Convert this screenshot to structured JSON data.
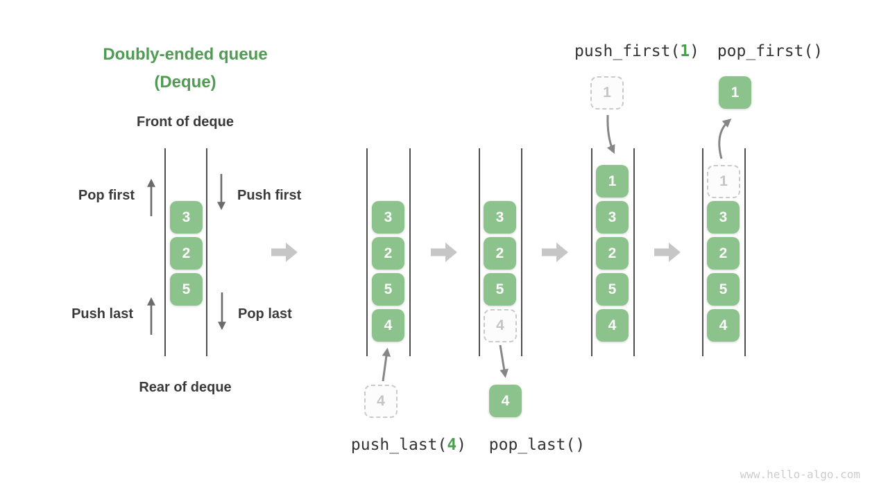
{
  "title": {
    "line1": "Doubly-ended queue",
    "line2": "(Deque)"
  },
  "labels": {
    "front": "Front of deque",
    "rear": "Rear of deque",
    "pop_first": "Pop first",
    "push_first": "Push first",
    "push_last": "Push last",
    "pop_last": "Pop last"
  },
  "operations": {
    "push_first": {
      "pre": "push_first(",
      "arg": "1",
      "post": ")"
    },
    "pop_first": {
      "pre": "pop_first()",
      "arg": "",
      "post": ""
    },
    "push_last": {
      "pre": "push_last(",
      "arg": "4",
      "post": ")"
    },
    "pop_last": {
      "pre": "pop_last()",
      "arg": "",
      "post": ""
    }
  },
  "queues": {
    "q1": {
      "cells": [
        "3",
        "2",
        "5"
      ]
    },
    "q2": {
      "cells": [
        "3",
        "2",
        "5",
        "4"
      ]
    },
    "q3": {
      "cells": [
        "3",
        "2",
        "5"
      ],
      "ghost": "4"
    },
    "q4": {
      "cells": [
        "1",
        "3",
        "2",
        "5",
        "4"
      ]
    },
    "q5": {
      "ghost": "1",
      "cells": [
        "3",
        "2",
        "5",
        "4"
      ]
    }
  },
  "floats": {
    "push_last_value": "4",
    "pop_last_value": "4",
    "push_first_value": "1",
    "pop_first_value": "1"
  },
  "icons": {
    "flow_arrow": "right-block-arrow",
    "pop_first_arrow": "up-arrow",
    "push_first_arrow": "down-arrow",
    "push_last_arrow": "up-arrow",
    "pop_last_arrow": "down-arrow"
  },
  "colors": {
    "accent_green": "#4e9c51",
    "cell_green": "#8cc28c",
    "cell_text": "#ffffff",
    "ghost_border": "#c9c9c9",
    "ghost_text": "#c4c4c4",
    "label_text": "#3a3a3a",
    "wall": "#4d4d4d",
    "thin_arrow": "#6b6b6b",
    "transfer_arrow": "#868686",
    "block_arrow": "#c6c6c6",
    "watermark": "#cccccc"
  },
  "watermark": "www.hello-algo.com"
}
